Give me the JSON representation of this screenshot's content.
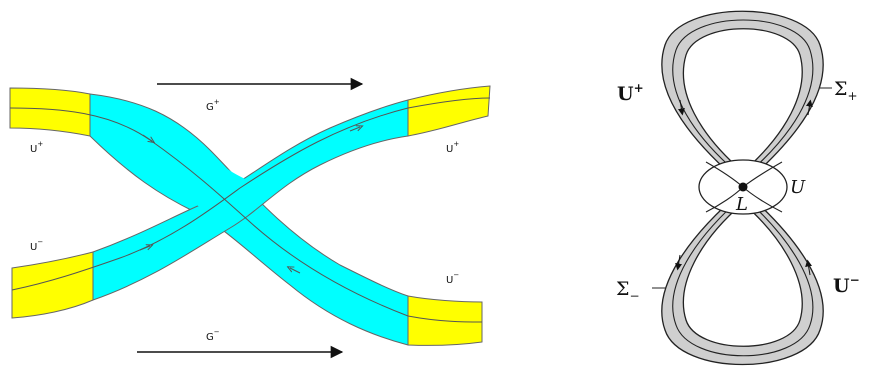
{
  "left_diagram": {
    "label_G_plus": {
      "base": "G",
      "sup": "+"
    },
    "label_G_minus": {
      "base": "G",
      "sup": "−"
    },
    "label_U_plus_left": {
      "base": "U",
      "sup": "+"
    },
    "label_U_plus_right": {
      "base": "U",
      "sup": "+"
    },
    "label_U_minus_left": {
      "base": "U",
      "sup": "−"
    },
    "label_U_minus_right": {
      "base": "U",
      "sup": "−"
    },
    "colors": {
      "band": "#00ffff",
      "end_caps": "#ffff00",
      "outline": "#555555"
    }
  },
  "right_diagram": {
    "label_U_plus": {
      "base": "U",
      "sup": "+"
    },
    "label_U_minus": {
      "base": "U",
      "sup": "−"
    },
    "label_sigma_plus": {
      "base": "Σ",
      "sub": "+"
    },
    "label_sigma_minus": {
      "base": "Σ",
      "sub": "−"
    },
    "label_U": "U",
    "label_L": "L",
    "colors": {
      "band": "#cfcfcf",
      "outline": "#222222"
    }
  }
}
